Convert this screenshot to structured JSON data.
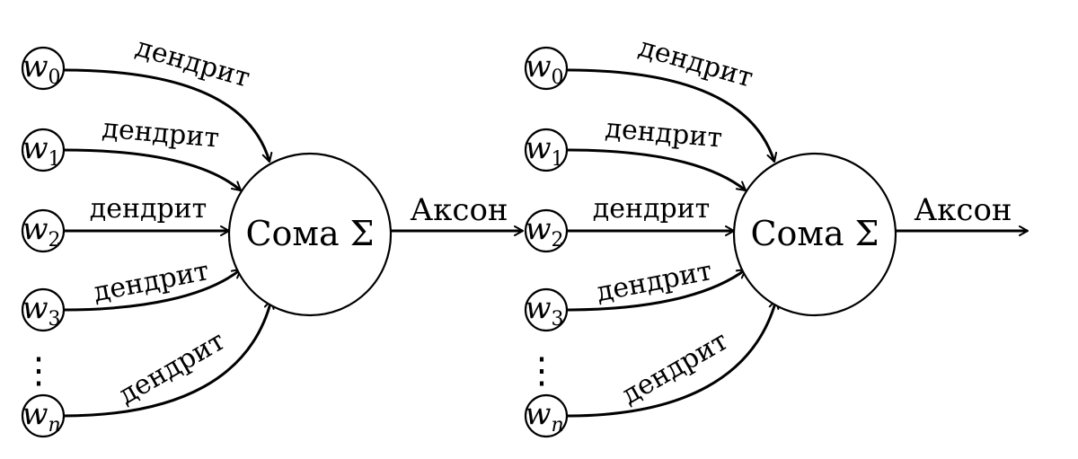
{
  "diagram": {
    "neurons": [
      {
        "soma_label": "Сома Σ",
        "axon_label": "Аксон",
        "inputs": [
          {
            "base": "w",
            "sub": "0",
            "dendrite_label": "дендрит"
          },
          {
            "base": "w",
            "sub": "1",
            "dendrite_label": "дендрит"
          },
          {
            "base": "w",
            "sub": "2",
            "dendrite_label": "дендрит"
          },
          {
            "base": "w",
            "sub": "3",
            "dendrite_label": "дендрит"
          },
          {
            "base": "w",
            "sub": "n",
            "dendrite_label": "дендрит"
          }
        ],
        "ellipsis": "⋮"
      },
      {
        "soma_label": "Сома Σ",
        "axon_label": "Аксон",
        "inputs": [
          {
            "base": "w",
            "sub": "0",
            "dendrite_label": "дендрит"
          },
          {
            "base": "w",
            "sub": "1",
            "dendrite_label": "дендрит"
          },
          {
            "base": "w",
            "sub": "2",
            "dendrite_label": "дендрит"
          },
          {
            "base": "w",
            "sub": "3",
            "dendrite_label": "дендрит"
          },
          {
            "base": "w",
            "sub": "n",
            "dendrite_label": "дендрит"
          }
        ],
        "ellipsis": "⋮"
      }
    ]
  }
}
